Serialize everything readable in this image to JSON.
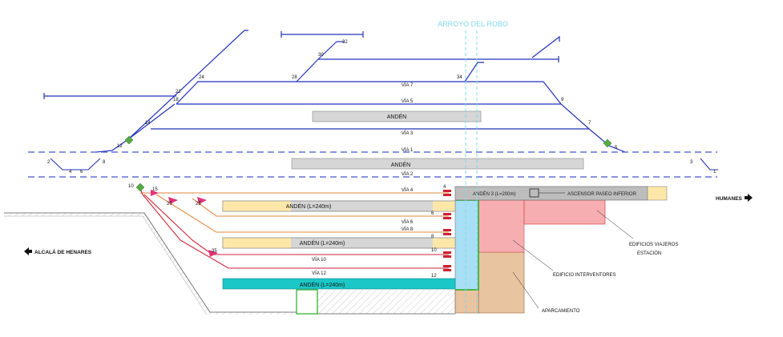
{
  "title": "",
  "arroyo_label": "ARROYO DEL ROBO",
  "cities": {
    "west": "ALCALÁ DE HENARES",
    "east": "HUMANES"
  },
  "tracks": {
    "via7": "VÍA 7",
    "via5": "VÍA 5",
    "via3": "VÍA 3",
    "via1": "VÍA 1",
    "via2": "VÍA 2",
    "via4": "VÍA 4",
    "via6": "VÍA 6",
    "via8": "VÍA 8",
    "via10": "VÍA 10",
    "via12": "VÍA 12"
  },
  "platforms": {
    "p_upper": "ANDÉN",
    "p_middle": "ANDÉN",
    "p3": "ANDÉN 3 (L=200m)",
    "p_a": "ANDÉN (L=240m)",
    "p_b": "ANDÉN (L=240m)",
    "p_c": "ANDÉN (L=240m)"
  },
  "buildings": {
    "ascensor": "ASCENSOR PASEO INFERIOR",
    "viajeros_1": "EDIFICIOS VIAJEROS",
    "viajeros_2": "ESTACIÓN",
    "interventores": "EDIFICIO INTERVENTORES",
    "aparcamiento": "APARCAMIENTO"
  },
  "switch_numbers": {
    "n32": "32",
    "n30": "30",
    "n28": "28",
    "n24": "24",
    "n22": "22",
    "n18": "18",
    "n14": "14",
    "n12": "12",
    "n34": "34",
    "n9": "9",
    "n7": "7",
    "n5": "5",
    "n2": "2",
    "n4": "4",
    "n6": "6",
    "n8": "8",
    "n3": "3",
    "n1": "1",
    "n10": "10",
    "n15": "15",
    "n20": "20",
    "n25": "25",
    "n35": "35",
    "e4": "4",
    "e6": "6",
    "e8": "8",
    "e10": "10",
    "e12": "12"
  },
  "colors": {
    "mainline": "#2233bb",
    "dashed_line": "#4455cc",
    "orange_track": "#e08a3c",
    "red_track": "#cc2233",
    "platform_grey": "#d6d6d6",
    "platform_beige": "#fde7a8",
    "platform_teal": "#1cc7c7",
    "arroyo_blue": "#a8dff5",
    "building_pink": "#f7aeb0",
    "parking_tan": "#e8c4a0",
    "signal_green": "#55aa44",
    "switch_magenta": "#e0337a"
  }
}
